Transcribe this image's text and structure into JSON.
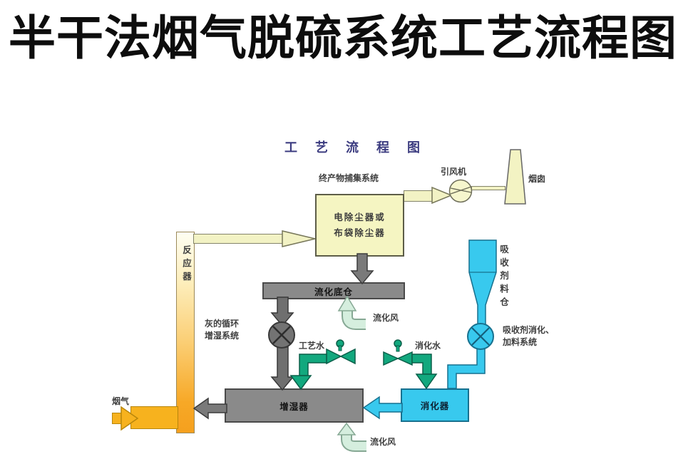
{
  "title": "半干法烟气脱硫系统工艺流程图",
  "diagram": {
    "heading": "工 艺 流 程 图",
    "nodes": {
      "esp_line1": "电除尘器或",
      "esp_line2": "布袋除尘器",
      "fluidized_bin": "流化底仓",
      "humidifier": "增湿器",
      "digester": "消化器",
      "reactor": "反应器",
      "silo": "吸收剂料仓"
    },
    "labels": {
      "product_collection_system": "终产物捕集系统",
      "induced_draft_fan": "引风机",
      "chimney": "烟囱",
      "fluidizing_air_top": "流化风",
      "fluidizing_air_bottom": "流化风",
      "ash_recirculation_line1": "灰的循环",
      "ash_recirculation_line2": "增湿系统",
      "process_water": "工艺水",
      "digestion_water": "消化水",
      "flue_gas": "烟气",
      "absorbent_system_line1": "吸收剂消化、",
      "absorbent_system_line2": "加料系统"
    },
    "colors": {
      "pale_yellow_equipment": "#f5f5c2",
      "gray_equipment": "#8a8a8a",
      "cyan_equipment": "#38c9ee",
      "green_water": "#12a87e",
      "pale_green_air": "#d5eede",
      "orange_flue_gas": "#f7b21e",
      "heading_blue": "#3c3c80",
      "title_black": "#0d0d0d"
    }
  }
}
